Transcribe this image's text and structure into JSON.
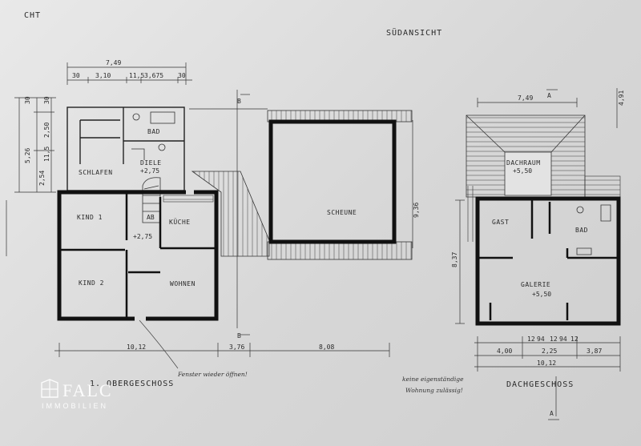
{
  "header": {
    "left_fragment": "CHT",
    "south_view": "SÜDANSICHT"
  },
  "floor1": {
    "title": "1. OBERGESCHOSS",
    "rooms": {
      "bad": "BAD",
      "schlafen": "SCHLAFEN",
      "diele": "DIELE",
      "diele_level": "+2,75",
      "kind1": "KIND 1",
      "kueche": "KÜCHE",
      "level_hall": "+2,75",
      "ab": "AB",
      "kind2": "KIND 2",
      "wohnen": "WOHNEN",
      "scheune": "SCHEUNE"
    },
    "dims_top": [
      "7,49",
      "30",
      "3,10",
      "11,5",
      "3,675",
      "30"
    ],
    "dims_left": [
      "30",
      "30",
      "2,50",
      "5,26",
      "2,54",
      "11,5"
    ],
    "dims_bottom": [
      "10,12",
      "3,76",
      "8,08"
    ],
    "dim_right": "9,36",
    "section_mark": "B",
    "note": "Fenster wieder öffnen!"
  },
  "floor2": {
    "title": "DACHGESCHOSS",
    "rooms": {
      "dachraum": "DACHRAUM",
      "dachraum_level": "+5,50",
      "gast": "GAST",
      "bad": "BAD",
      "galerie": "GALERIE",
      "galerie_level": "+5,50"
    },
    "dim_top": "7,49",
    "dim_left": "8,37",
    "dim_right": "4,91",
    "dims_bottom_row1": [
      "12",
      "94",
      "12",
      "94",
      "12"
    ],
    "dims_bottom_row2": [
      "4,00",
      "2,25",
      "3,87"
    ],
    "dim_total": "10,12",
    "section_mark": "A",
    "note_line1": "keine eigenständige",
    "note_line2": "Wohnung zulässig!"
  },
  "watermark": {
    "brand": "FALC",
    "sub": "IMMOBILIEN"
  }
}
